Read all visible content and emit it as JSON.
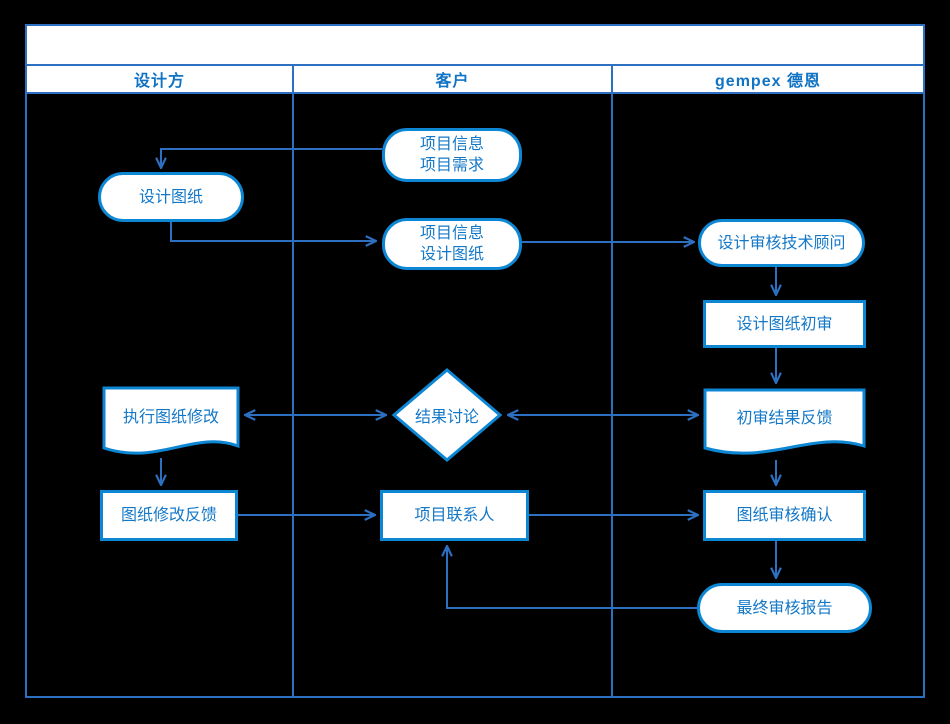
{
  "title_bar": {
    "text": ""
  },
  "lanes": [
    {
      "label": "设计方"
    },
    {
      "label": "客户"
    },
    {
      "label": "gempex 德恩"
    }
  ],
  "nodes": {
    "design_drawing": {
      "label": "设计图纸"
    },
    "project_info_requirements": {
      "line1": "项目信息",
      "line2": "项目需求"
    },
    "project_info_drawing": {
      "line1": "项目信息",
      "line2": "设计图纸"
    },
    "review_consultant": {
      "label": "设计审核技术顾问"
    },
    "drawing_initial_review": {
      "label": "设计图纸初审"
    },
    "exec_modification": {
      "label": "执行图纸修改"
    },
    "result_discussion": {
      "label": "结果讨论"
    },
    "initial_review_feedback": {
      "label": "初审结果反馈"
    },
    "modification_feedback": {
      "label": "图纸修改反馈"
    },
    "project_contact": {
      "label": "项目联系人"
    },
    "drawing_review_confirm": {
      "label": "图纸审核确认"
    },
    "final_review_report": {
      "label": "最终审核报告"
    }
  },
  "edges": [
    {
      "from": "project_info_requirements",
      "to": "design_drawing",
      "direction": "one-way"
    },
    {
      "from": "design_drawing",
      "to": "project_info_drawing",
      "direction": "one-way"
    },
    {
      "from": "project_info_drawing",
      "to": "review_consultant",
      "direction": "one-way"
    },
    {
      "from": "review_consultant",
      "to": "drawing_initial_review",
      "direction": "one-way"
    },
    {
      "from": "drawing_initial_review",
      "to": "initial_review_feedback",
      "direction": "one-way"
    },
    {
      "from": "initial_review_feedback",
      "to": "result_discussion",
      "direction": "two-way"
    },
    {
      "from": "result_discussion",
      "to": "exec_modification",
      "direction": "two-way"
    },
    {
      "from": "exec_modification",
      "to": "modification_feedback",
      "direction": "one-way"
    },
    {
      "from": "modification_feedback",
      "to": "project_contact",
      "direction": "one-way"
    },
    {
      "from": "project_contact",
      "to": "drawing_review_confirm",
      "direction": "one-way"
    },
    {
      "from": "initial_review_feedback",
      "to": "drawing_review_confirm",
      "direction": "one-way"
    },
    {
      "from": "drawing_review_confirm",
      "to": "final_review_report",
      "direction": "one-way"
    },
    {
      "from": "final_review_report",
      "to": "project_contact",
      "direction": "one-way"
    }
  ],
  "colors": {
    "background": "#000000",
    "lane_border": "#2d6fc0",
    "connector": "#2d6fc0",
    "shape_border": "#0d86d4",
    "shape_fill": "#ffffff",
    "text": "#1478c8",
    "header_text": "#1173c3"
  }
}
